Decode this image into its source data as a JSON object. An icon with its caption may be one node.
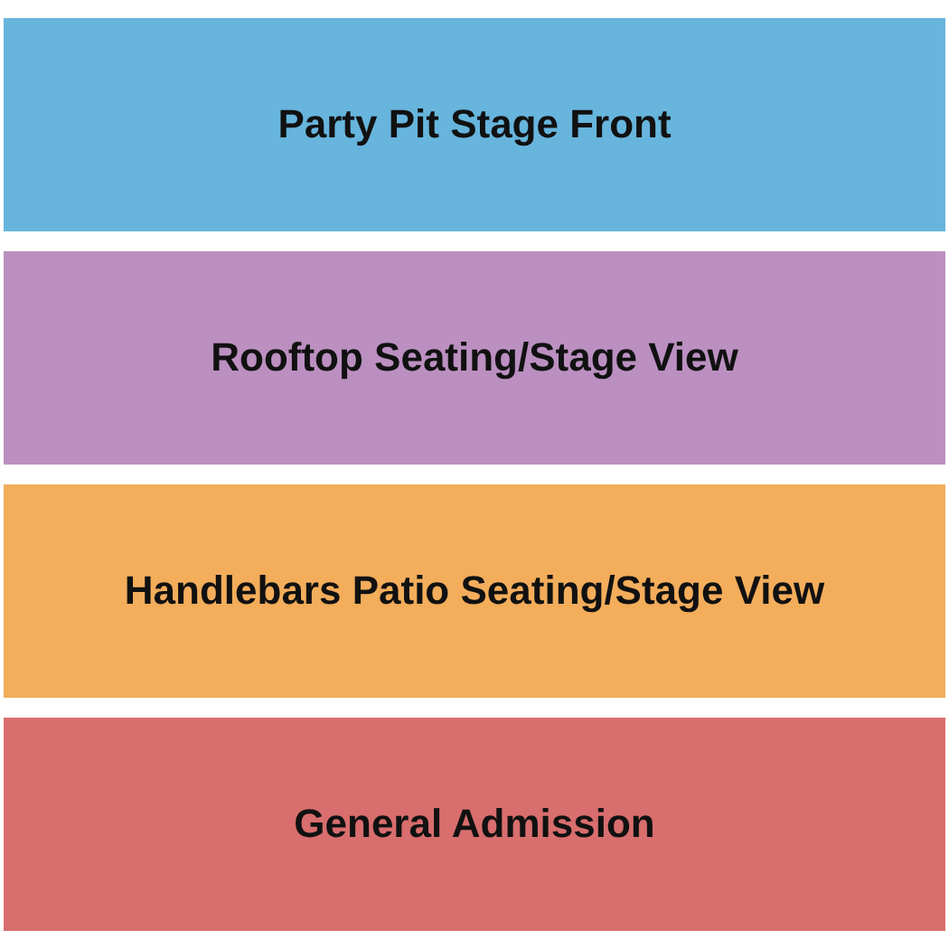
{
  "diagram": {
    "nodes": [
      {
        "text": [
          "Party Pit Stage Front"
        ]
      },
      {
        "text": [
          "Rooftop Seating/Stage View"
        ]
      },
      {
        "text": [
          "Handlebars Patio Seating/Stage View"
        ]
      },
      {
        "text": [
          "General Admission"
        ]
      }
    ],
    "edges": []
  }
}
